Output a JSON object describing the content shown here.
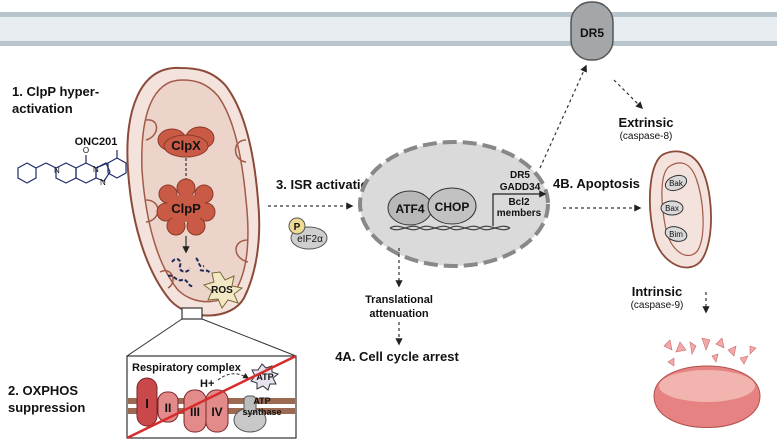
{
  "steps": {
    "step1_line1": "1. ClpP hyper-",
    "step1_line2": "activation",
    "step2_line1": "2. OXPHOS",
    "step2_line2": "suppression",
    "step3": "3. ISR activation",
    "step4a": "4A. Cell cycle arrest",
    "step4b": "4B. Apoptosis"
  },
  "drug": {
    "name": "ONC201",
    "atom_o": "O",
    "atom_n1": "N",
    "atom_n2": "N",
    "atom_n3": "N"
  },
  "mito": {
    "clpx": "ClpX",
    "clpp": "ClpP",
    "ros": "ROS"
  },
  "inset": {
    "title": "Respiratory complex",
    "proton": "H+",
    "atp": "ATP",
    "complexes": [
      "I",
      "II",
      "III",
      "IV"
    ],
    "synthase_line1": "ATP",
    "synthase_line2": "synthase"
  },
  "isr": {
    "p_label": "P",
    "eif": "eIF2α"
  },
  "nucleus": {
    "atf4": "ATF4",
    "chop": "CHOP",
    "targets_line1": "DR5",
    "targets_line2": "GADD34",
    "bcl2_line1": "Bcl2",
    "bcl2_line2": "members"
  },
  "translation": {
    "line1": "Translational",
    "line2": "attenuation"
  },
  "receptor": {
    "label": "DR5"
  },
  "extrinsic": {
    "title": "Extrinsic",
    "sub": "(caspase-8)"
  },
  "intrinsic": {
    "title": "Intrinsic",
    "sub": "(caspase-9)"
  },
  "bcl2_proteins": [
    "Bak",
    "Bax",
    "Bim"
  ],
  "colors": {
    "membrane": "#c8d3da",
    "mito_outer": "#f3e2dc",
    "mito_stroke": "#a25a48",
    "clp": "#c95a45",
    "nucleus": "#dcdcdc",
    "complex": "#c9494a",
    "cross": "#d62c2c"
  }
}
